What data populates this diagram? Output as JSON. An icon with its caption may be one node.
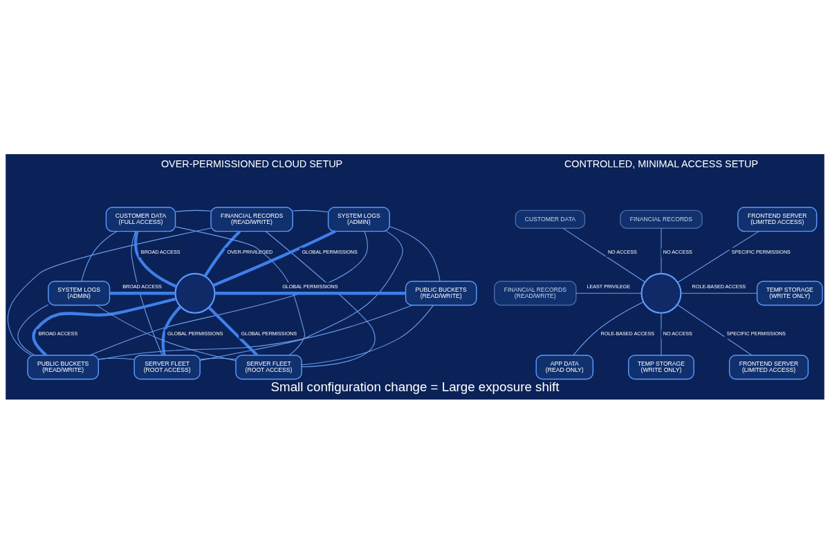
{
  "diagram": {
    "caption": "Small configuration change = Large exposure shift",
    "nodes": [
      {
        "text": [
          "FINANCIAL RECORDS",
          "(READ/WRITE)"
        ]
      },
      {
        "text": [
          "CUSTOMER DATA",
          "(FULL ACCESS)"
        ]
      },
      {
        "text": [
          "SYSTEM LOGS",
          "(ADMIN)"
        ]
      },
      {
        "text": [],
        "shape": "circle"
      },
      {
        "text": [
          "SYSTEM LOGS",
          "(ADMIN)"
        ]
      },
      {
        "text": [
          "PUBLIC BUCKETS",
          "(READ/WRITE)"
        ]
      },
      {
        "text": [
          "PUBLIC BUCKETS",
          "(READ/WRITE)"
        ]
      },
      {
        "text": [
          "SERVER FLEET",
          "(ROOT ACCESS)"
        ]
      },
      {
        "text": [
          "SERVER FLEET",
          "(ROOT ACCESS)"
        ]
      },
      {
        "text": [
          "FINANCIAL RECORDS"
        ]
      },
      {
        "text": [
          "CUSTOMER DATA"
        ]
      },
      {
        "text": [
          "FRONTEND SERVER",
          "(LIMITED ACCESS)"
        ]
      },
      {
        "text": [],
        "shape": "circle"
      },
      {
        "text": [
          "FINANCIAL RECORDS",
          "(READ/WRITE)"
        ]
      },
      {
        "text": [
          "TEMP STORAGE",
          "(WRITE ONLY)"
        ]
      },
      {
        "text": [
          "APP DATA",
          "(READ ONLY)"
        ]
      },
      {
        "text": [
          "TEMP STORAGE",
          "(WRITE ONLY)"
        ]
      },
      {
        "text": [
          "FRONTEND SERVER",
          "(LIMITED ACCESS)"
        ]
      }
    ],
    "edges": [
      {
        "from": 3,
        "to": 0,
        "arrow": "none",
        "label": "OVER-PRIVILEGED",
        "style": "thick"
      },
      {
        "from": 3,
        "to": 1,
        "arrow": "none",
        "label": "BROAD ACCESS",
        "style": "thick"
      },
      {
        "from": 3,
        "to": 2,
        "arrow": "none",
        "label": "GLOBAL PERMISSIONS",
        "style": "thick"
      },
      {
        "from": 3,
        "to": 4,
        "arrow": "none",
        "label": "BROAD ACCESS",
        "style": "thick"
      },
      {
        "from": 3,
        "to": 5,
        "arrow": "none",
        "label": "GLOBAL PERMISSIONS",
        "style": "thick"
      },
      {
        "from": 3,
        "to": 6,
        "arrow": "none",
        "label": "BROAD ACCESS",
        "style": "thick"
      },
      {
        "from": 3,
        "to": 7,
        "arrow": "none",
        "label": "GLOBAL PERMISSIONS",
        "style": "thick"
      },
      {
        "from": 3,
        "to": 8,
        "arrow": "none",
        "label": "GLOBAL PERMISSIONS",
        "style": "thick"
      },
      {
        "from": 1,
        "to": 0,
        "arrow": "none"
      },
      {
        "from": 0,
        "to": 2,
        "arrow": "none"
      },
      {
        "from": 2,
        "to": 5,
        "arrow": "none"
      },
      {
        "from": 5,
        "to": 8,
        "arrow": "none"
      },
      {
        "from": 7,
        "to": 8,
        "arrow": "none"
      },
      {
        "from": 6,
        "to": 7,
        "arrow": "none"
      },
      {
        "from": 4,
        "to": 6,
        "arrow": "none"
      },
      {
        "from": 1,
        "to": 4,
        "arrow": "none"
      },
      {
        "from": 1,
        "to": 7,
        "arrow": "none"
      },
      {
        "from": 1,
        "to": 8,
        "arrow": "none"
      },
      {
        "from": 2,
        "to": 6,
        "arrow": "none"
      },
      {
        "from": 2,
        "to": 7,
        "arrow": "none"
      },
      {
        "from": 0,
        "to": 6,
        "arrow": "none"
      },
      {
        "from": 0,
        "to": 8,
        "arrow": "none"
      },
      {
        "from": 4,
        "to": 8,
        "arrow": "none"
      },
      {
        "from": 5,
        "to": 6,
        "arrow": "none"
      },
      {
        "from": 12,
        "to": 10,
        "arrow": "none",
        "label": "NO ACCESS"
      },
      {
        "from": 12,
        "to": 9,
        "arrow": "none",
        "label": "NO ACCESS"
      },
      {
        "from": 12,
        "to": 11,
        "arrow": "none",
        "label": "SPECIFIC PERMISSIONS"
      },
      {
        "from": 12,
        "to": 13,
        "arrow": "none",
        "label": "LEAST PRIVILEGE"
      },
      {
        "from": 12,
        "to": 14,
        "arrow": "none",
        "label": "ROLE-BASED ACCESS"
      },
      {
        "from": 12,
        "to": 15,
        "arrow": "none",
        "label": "ROLE-BASED ACCESS"
      },
      {
        "from": 12,
        "to": 16,
        "arrow": "none",
        "label": "NO ACCESS"
      },
      {
        "from": 12,
        "to": 17,
        "arrow": "none",
        "label": "SPECIFIC PERMISSIONS"
      }
    ],
    "labels": [
      "OVER-PERMISSIONED CLOUD SETUP",
      "CONTROLLED, MINIMAL ACCESS SETUP"
    ]
  }
}
